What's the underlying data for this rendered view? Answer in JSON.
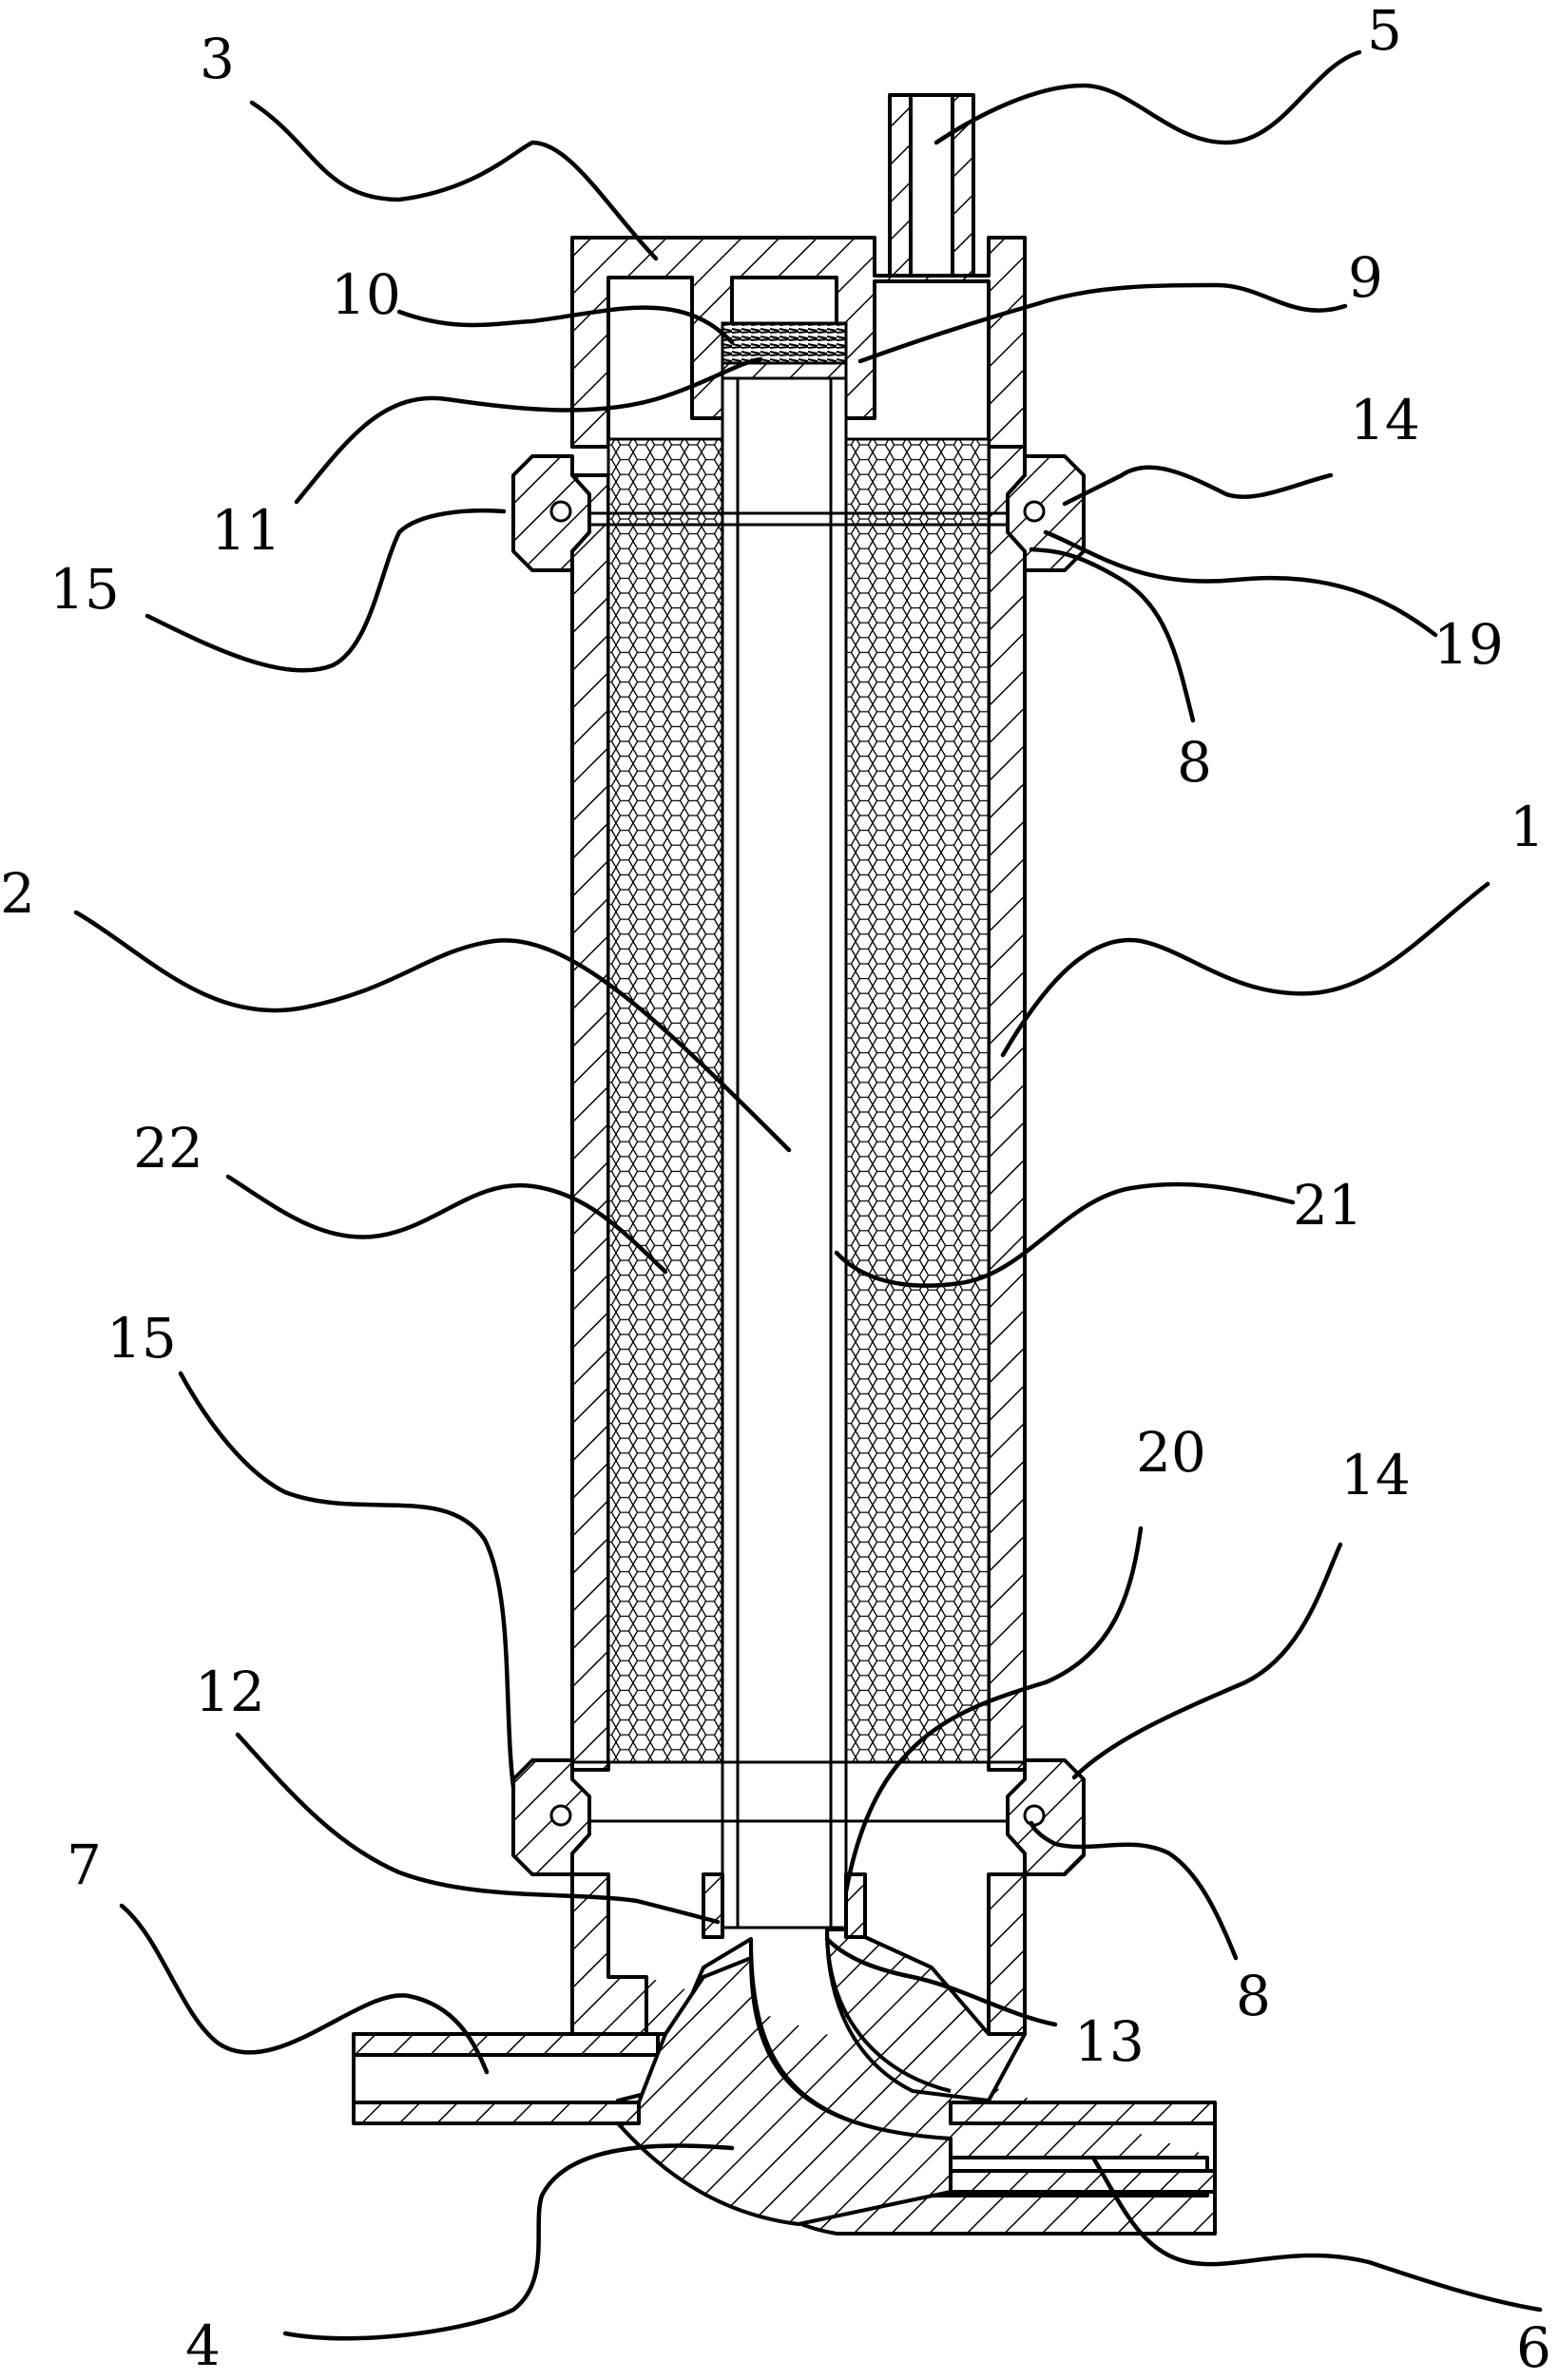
{
  "labels": {
    "l1": "1",
    "l2": "2",
    "l3": "3",
    "l4": "4",
    "l5": "5",
    "l6": "6",
    "l7": "7",
    "l8a": "8",
    "l8b": "8",
    "l9": "9",
    "l10": "10",
    "l11": "11",
    "l12": "12",
    "l13": "13",
    "l14a": "14",
    "l14b": "14",
    "l15a": "15",
    "l15b": "15",
    "l19": "19",
    "l20": "20",
    "l21": "21",
    "l22": "22"
  }
}
